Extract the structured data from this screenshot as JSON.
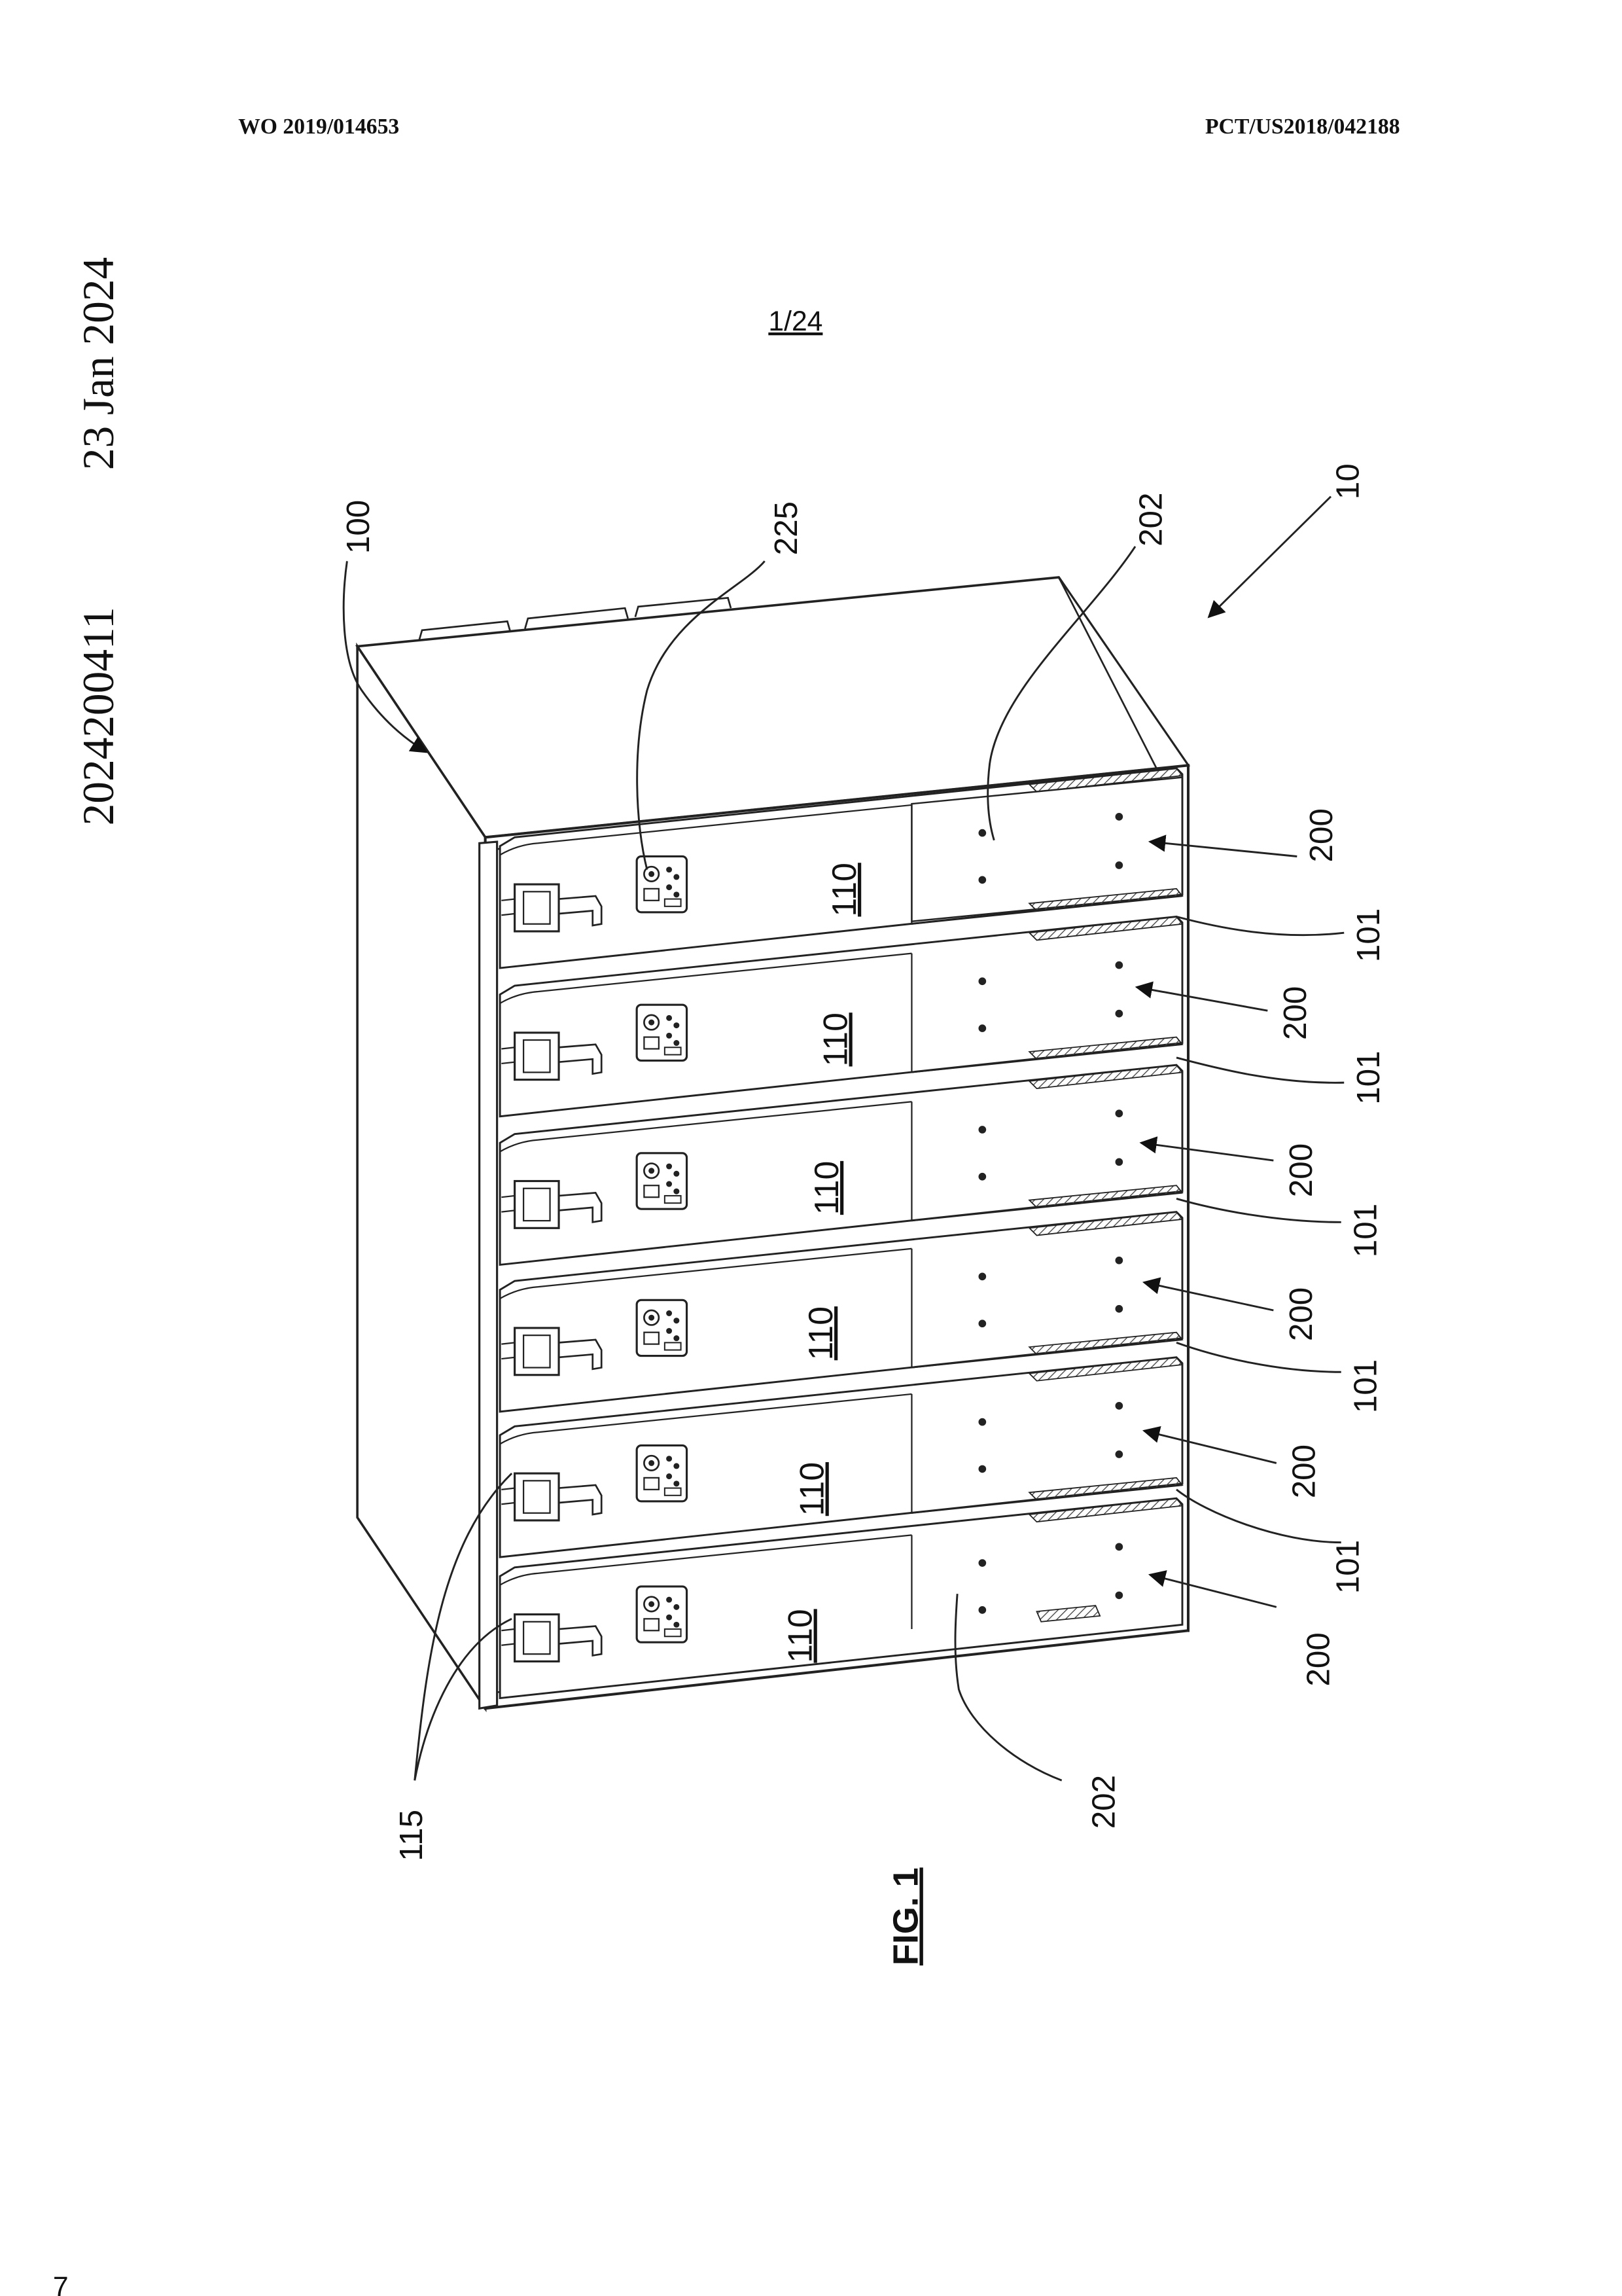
{
  "header": {
    "publication_number": "WO 2019/014653",
    "application_number": "PCT/US2018/042188"
  },
  "side_margin": {
    "date": "23 Jan 2024",
    "document_number": "2024200411"
  },
  "sheet_number": "1/24",
  "figure_caption": "FIG. 1",
  "reference_numerals": {
    "assembly": "10",
    "housing": "100",
    "connector": "225",
    "plate_top": "202",
    "plate_bottom": "202",
    "handles": "115",
    "modules": [
      "110",
      "110",
      "110",
      "110",
      "110",
      "110"
    ],
    "trays": [
      "200",
      "200",
      "200",
      "200",
      "200",
      "200"
    ],
    "rails": [
      "101",
      "101",
      "101",
      "101",
      "101"
    ]
  },
  "corner_mark": "7"
}
